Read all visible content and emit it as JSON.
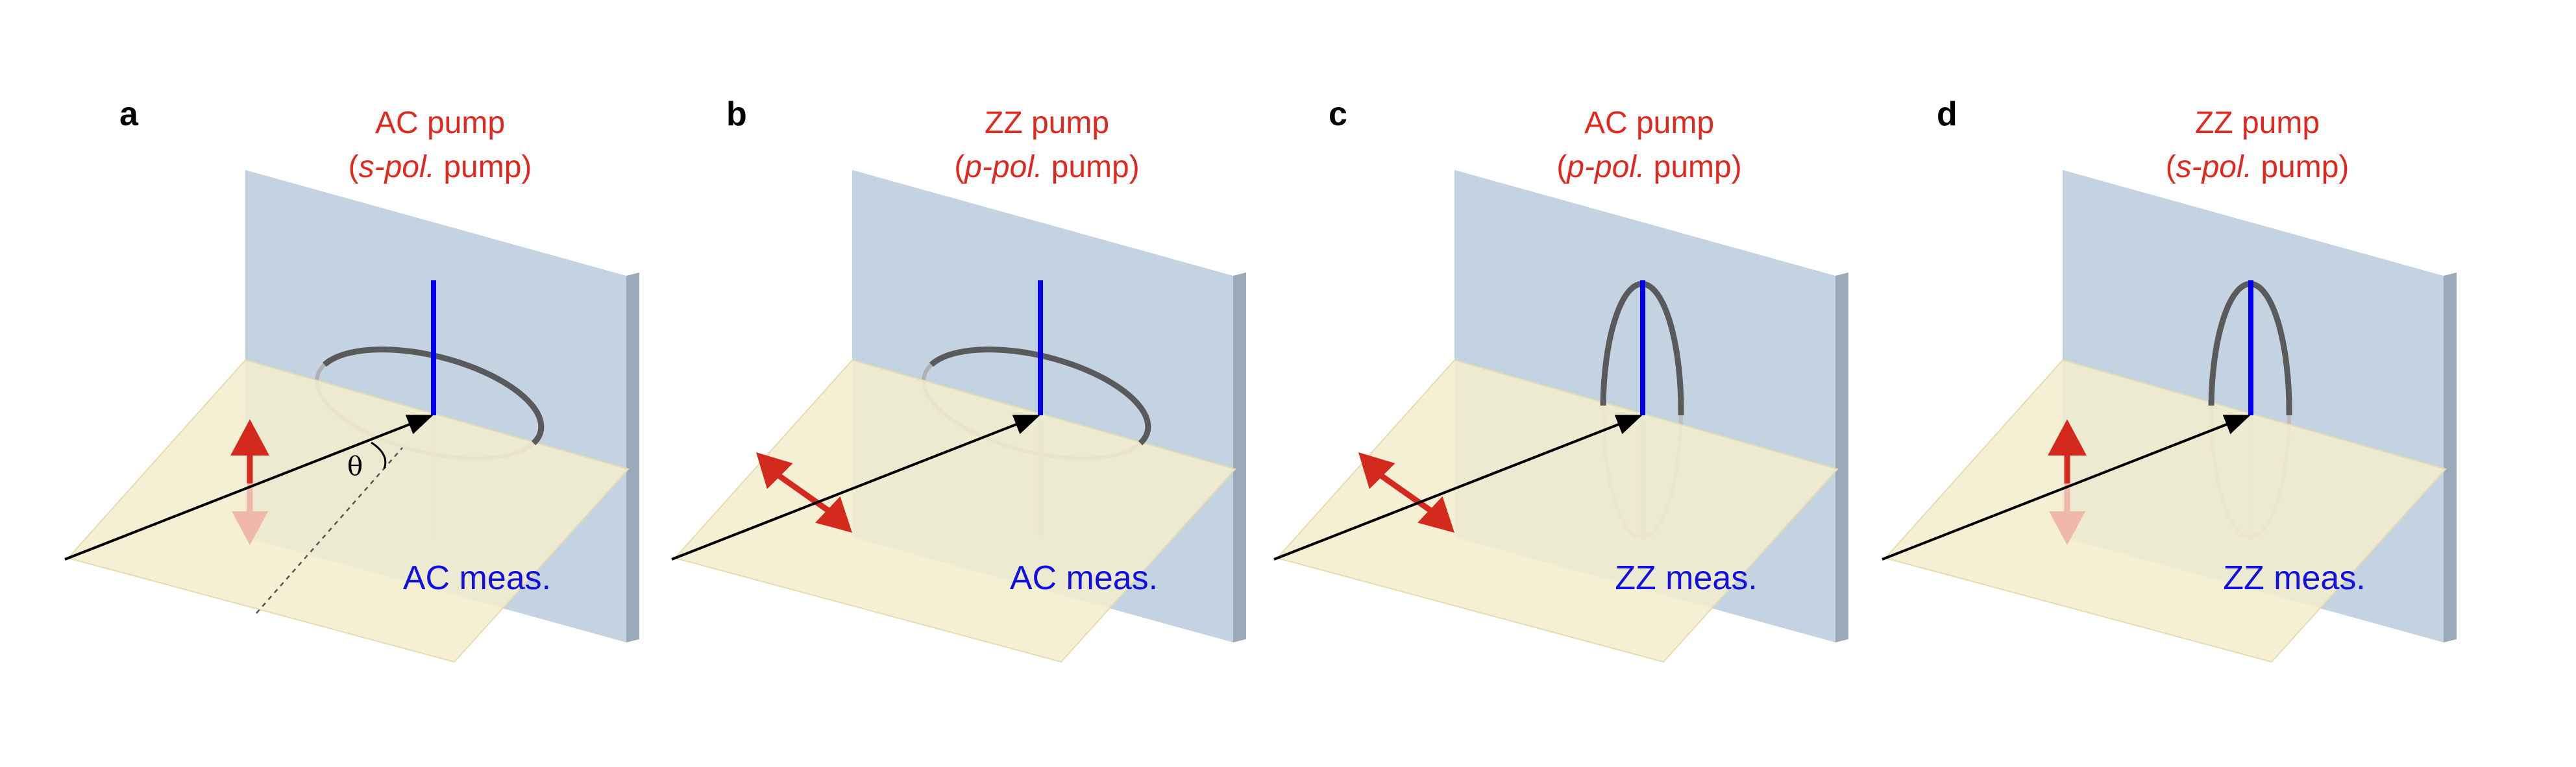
{
  "panels": [
    {
      "letter": "a",
      "pump_line1": "AC pump",
      "pump_pre": "(",
      "pump_pol": "s-pol.",
      "pump_post": " pump)",
      "meas": "AC meas.",
      "loop": "horizontal",
      "arrow": "vertical",
      "theta": "θ"
    },
    {
      "letter": "b",
      "pump_line1": "ZZ pump",
      "pump_pre": "(",
      "pump_pol": "p-pol.",
      "pump_post": " pump)",
      "meas": "AC meas.",
      "loop": "horizontal",
      "arrow": "diagonal"
    },
    {
      "letter": "c",
      "pump_line1": "AC pump",
      "pump_pre": "(",
      "pump_pol": "p-pol.",
      "pump_post": " pump)",
      "meas": "ZZ meas.",
      "loop": "vertical",
      "arrow": "diagonal"
    },
    {
      "letter": "d",
      "pump_line1": "ZZ pump",
      "pump_pre": "(",
      "pump_pol": "s-pol.",
      "pump_post": " pump)",
      "meas": "ZZ meas.",
      "loop": "vertical",
      "arrow": "vertical"
    }
  ],
  "colors": {
    "pump_text": "#e0281e",
    "meas_text": "#1010e0",
    "wall": "#c3d3e1",
    "wall_edge": "#9aaab8",
    "floor": "#f3edcc",
    "axis": "#0000ee",
    "loop": "#5a5a5a",
    "pol_arrow": "#d42a1e"
  }
}
